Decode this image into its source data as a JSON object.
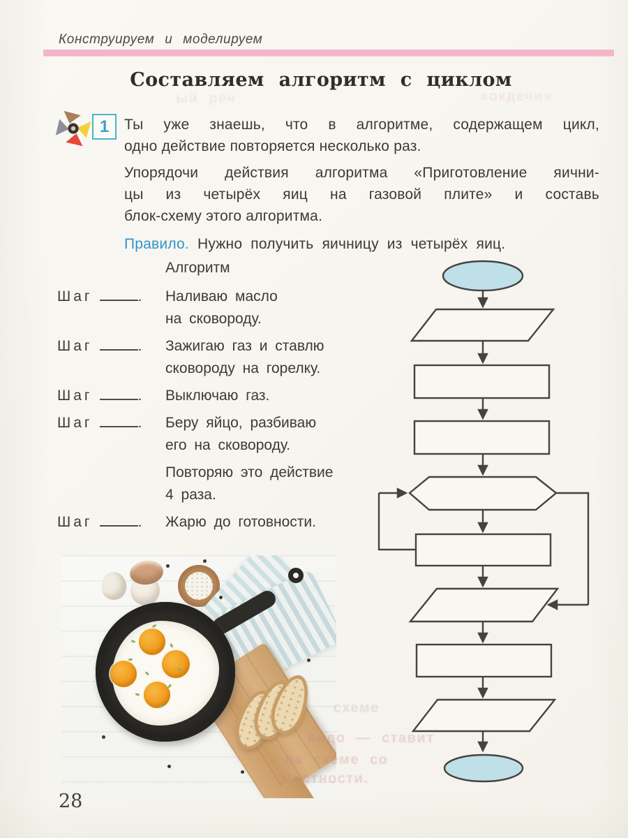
{
  "page": {
    "header": "Конструируем и моделируем",
    "title": "Составляем алгоритм с циклом",
    "page_number": "28"
  },
  "task": {
    "number": "1",
    "intro_lines": [
      "Ты уже знаешь, что в алгоритме, содержащем цикл,",
      "одно действие повторяется несколько раз."
    ],
    "instruction_lines": [
      "Упорядочи действия алгоритма «Приготовление яични-",
      "цы из четырёх яиц на газовой плите» и составь",
      "блок-схему этого алгоритма."
    ],
    "rule_label": "Правило.",
    "rule_text": "Нужно получить яичницу из четырёх яиц."
  },
  "algorithm": {
    "heading": "Алгоритм",
    "step_word": "Шаг",
    "step_suffix": ".",
    "steps": [
      {
        "numbered": true,
        "lines": [
          "Наливаю масло",
          "на сковороду."
        ]
      },
      {
        "numbered": true,
        "lines": [
          "Зажигаю газ и ставлю",
          "сковороду на горелку."
        ]
      },
      {
        "numbered": true,
        "lines": [
          "Выключаю газ."
        ]
      },
      {
        "numbered": true,
        "lines": [
          "Беру яйцо, разбиваю",
          "его на сковороду."
        ]
      },
      {
        "numbered": false,
        "lines": [
          "Повторяю это действие",
          "4 раза."
        ]
      },
      {
        "numbered": true,
        "lines": [
          "Жарю до готовности."
        ]
      }
    ]
  },
  "flowchart": {
    "shapes": [
      "oval-start",
      "parallelogram-io",
      "process",
      "process",
      "hexagon-loop",
      "loop-body-process",
      "parallelogram-io",
      "process",
      "parallelogram-io",
      "oval-end"
    ],
    "blocks_empty": true,
    "oval_fill": "#bfdfe9",
    "line_color": "#45433f"
  },
  "photo": {
    "description": "Top-down photo: black frying pan with four fried eggs and herbs, eggshells, wooden bowl of salt, striped towel around pan handle, wooden cutting board with three bread slices"
  },
  "bleed_through": {
    "fragments": [
      "видо — ставит",
      "на схеме со",
      "местности.",
      "схеме",
      "«окдечи»",
      "ый реч"
    ]
  },
  "colors": {
    "accent_pink": "#f3b5c9",
    "rule_blue": "#2f95cc",
    "task_number_blue": "#3e9ed8",
    "task_box_teal": "#4ab5c6",
    "oval_fill": "#bfdfe9"
  }
}
